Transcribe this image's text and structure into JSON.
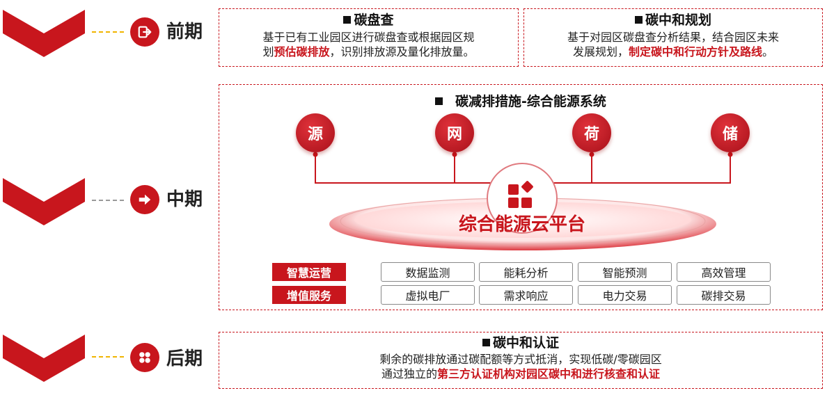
{
  "stages": [
    {
      "label": "前期",
      "icon": "exit-icon"
    },
    {
      "label": "中期",
      "icon": "arrow-right-icon"
    },
    {
      "label": "后期",
      "icon": "grid-icon"
    }
  ],
  "early": {
    "left": {
      "title": "碳盘查",
      "line1": "基于已有工业园区进行碳盘查或根据园区规",
      "line2_pre": "划",
      "line2_em": "预估碳排放",
      "line2_post": "，识别排放源及量化排放量。"
    },
    "right": {
      "title": "碳中和规划",
      "line1": "基于对园区碳盘查分析结果，结合园区未来",
      "line2_pre": "发展规划，",
      "line2_em": "制定碳中和行动方针及路线",
      "line2_post": "。"
    }
  },
  "mid": {
    "title": "碳减排措施-综合能源系统",
    "nodes": [
      "源",
      "网",
      "荷",
      "储"
    ],
    "platform": "综合能源云平台",
    "rows": [
      {
        "tag": "智慧运营",
        "cells": [
          "数据监测",
          "能耗分析",
          "智能预测",
          "高效管理"
        ]
      },
      {
        "tag": "增值服务",
        "cells": [
          "虚拟电厂",
          "需求响应",
          "电力交易",
          "碳排交易"
        ]
      }
    ]
  },
  "late": {
    "title": "碳中和认证",
    "line1": "剩余的碳排放通过碳配额等方式抵消，实现低碳/零碳园区",
    "line2_pre": "通过独立的",
    "line2_em": "第三方认证机构对园区碳中和进行核查和认证",
    "line2_post": ""
  },
  "colors": {
    "accent": "#c8161d",
    "early_dash": "#f0b400",
    "mid_dash": "#999999"
  }
}
